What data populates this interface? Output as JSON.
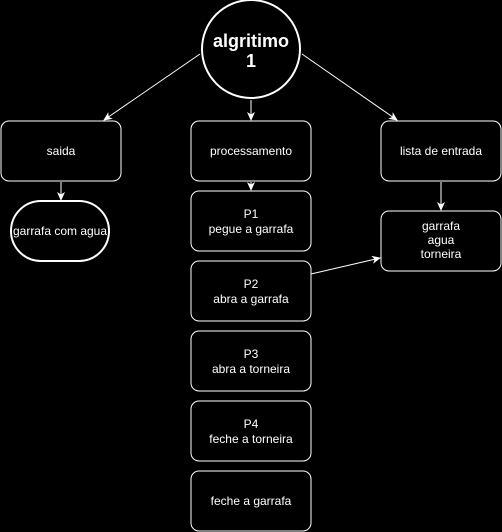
{
  "diagram": {
    "colors": {
      "background": "#000000",
      "stroke": "#ffffff",
      "fill": "#000000",
      "text": "#ffffff"
    },
    "title": {
      "line1": "algritimo",
      "line2": "1"
    },
    "saida": {
      "label": "saida"
    },
    "saida_value": {
      "label": "garrafa com agua"
    },
    "processamento": {
      "label": "processamento"
    },
    "p1": {
      "line1": "P1",
      "line2": "pegue a garrafa"
    },
    "p2": {
      "line1": "P2",
      "line2": "abra a garrafa"
    },
    "p3": {
      "line1": "P3",
      "line2": "abra a torneira"
    },
    "p4": {
      "line1": "P4",
      "line2": "feche a torneira"
    },
    "p5": {
      "label": "feche a garrafa"
    },
    "entrada": {
      "label": "lista de entrada"
    },
    "entrada_items": {
      "line1": "garrafa",
      "line2": "agua",
      "line3": "torneira"
    }
  }
}
